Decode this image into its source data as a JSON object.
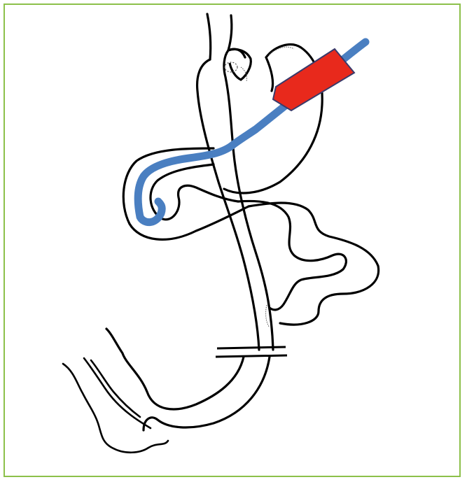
{
  "figure": {
    "border_color": "#8cc04a",
    "outline_color": "#000000",
    "tube_color": "#4a7fc1",
    "device_color": "#e8291c",
    "background_color": "#ffffff"
  },
  "elements": {
    "icons": [
      "esophagus-outline",
      "gastric-pouch-outline",
      "roux-limb-outline",
      "gastric-remnant-outline",
      "duodenum-outline",
      "small-bowel-outline",
      "feeding-tube",
      "red-arrow-device",
      "transection-marks"
    ]
  }
}
